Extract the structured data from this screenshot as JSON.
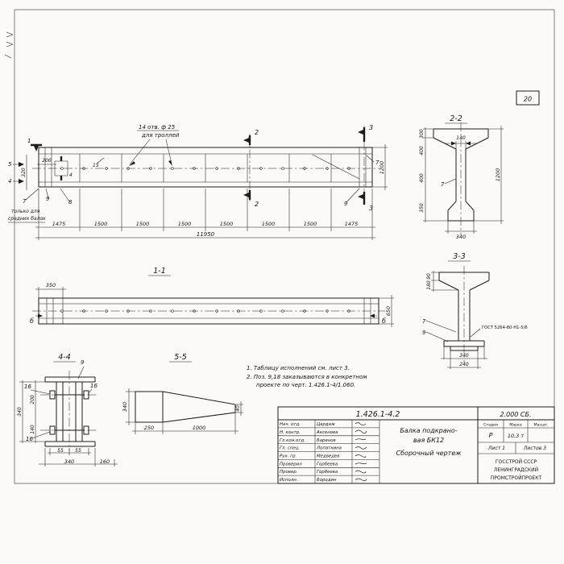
{
  "page": {
    "number": "20"
  },
  "elevation": {
    "ann_holes_1": "14 отв. ф 25",
    "ann_holes_2": "для троллей",
    "note_mid_1": "только для",
    "note_mid_2": "средних балок",
    "d200": "200",
    "d320": "320",
    "d1200": "1200",
    "p15": "15",
    "p7": "7",
    "p8": "8",
    "p9": "9",
    "segments": [
      "1475",
      "1500",
      "1500",
      "1500",
      "1500",
      "1500",
      "1500",
      "1475"
    ],
    "total": "11950"
  },
  "cuts": {
    "c1": "1",
    "c2": "2",
    "c3": "3",
    "c4": "4",
    "c5": "5",
    "b": "б"
  },
  "section22": {
    "label": "2-2",
    "d300": "300",
    "d400a": "400",
    "d400b": "400",
    "d350": "350",
    "d140": "140",
    "d1200": "1200",
    "d340": "340",
    "p7": "7"
  },
  "section33": {
    "label": "3-3",
    "d90": "90",
    "d180": "180",
    "d340": "340",
    "d240": "240",
    "p7": "7",
    "p9": "9",
    "weld_note": "ГОСТ 5264-80-Н1-5/6"
  },
  "section11": {
    "label": "1-1",
    "d350": "350",
    "d650": "650"
  },
  "section44": {
    "label": "4-4",
    "p9": "9",
    "p16": "16",
    "d200": "200",
    "d140": "140",
    "d340": "340",
    "d55": "55",
    "d340b": "340",
    "d160": "160"
  },
  "section55": {
    "label": "5-5",
    "d340": "340",
    "d250": "250",
    "d1000": "1000",
    "d40": "40"
  },
  "notes": {
    "n1": "1. Таблицу исполнений см. лист 3.",
    "n2": "2. Поз. 9,18 заказываются в конкретном",
    "n3": "проекте по черт. 1.426.1-4/1.060."
  },
  "titleblock": {
    "doc_number": "1.426.1-4.2",
    "sheet_code": "2.000 СБ.",
    "title_line1": "Балка подкрано-",
    "title_line2": "вая  БК12",
    "title_line3": "Сборочный чертеж",
    "stage_header": "Стадия",
    "mark_header": "Марка",
    "scale_header": "Масшт.",
    "stage_value": "Р",
    "mass_value": "10,3 т",
    "sheet_label": "Лист 1",
    "sheets_label": "Листов 3",
    "org_line1": "ГОССТРОЙ СССР",
    "org_line2": "ЛЕНИНГРАДСКИЙ",
    "org_line3": "ПРОМСТРОЙПРОЕКТ",
    "rows": [
      {
        "role": "Нач. отд.",
        "name": "Цардаж"
      },
      {
        "role": "Н. контр.",
        "name": "Аксенова"
      },
      {
        "role": "Гл.кон.отд.",
        "name": "Баранов"
      },
      {
        "role": "Гл. спец.",
        "name": "Лопаткина"
      },
      {
        "role": "Рук. гр.",
        "name": "Медведев"
      },
      {
        "role": "Проверил",
        "name": "Горбеева"
      },
      {
        "role": "Провер.",
        "name": "Горбеева"
      },
      {
        "role": "Исполн.",
        "name": "Бородин"
      }
    ]
  }
}
